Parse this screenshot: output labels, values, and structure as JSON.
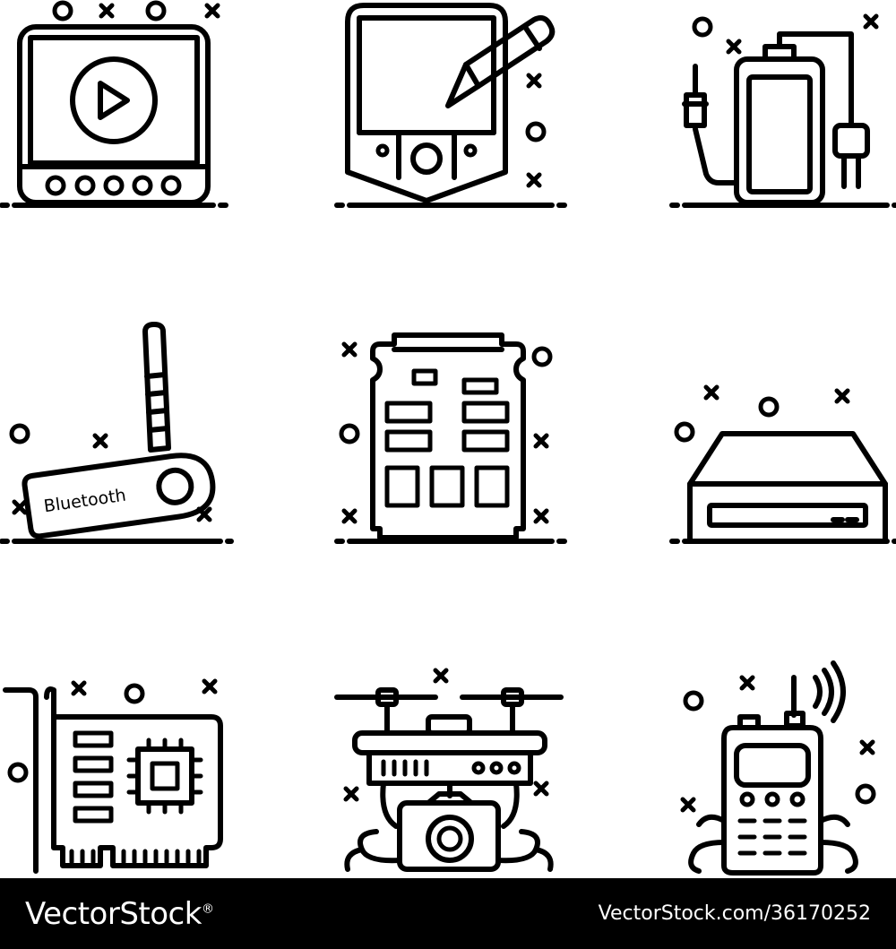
{
  "colors": {
    "stroke": "#000000",
    "background": "#ffffff",
    "footer_bg": "#000000",
    "footer_text": "#ffffff"
  },
  "icons": [
    {
      "name": "video-player-icon"
    },
    {
      "name": "graphics-tablet-icon"
    },
    {
      "name": "power-bank-icon"
    },
    {
      "name": "bluetooth-adapter-icon",
      "label": "Bluetooth"
    },
    {
      "name": "memory-card-icon"
    },
    {
      "name": "disc-drive-icon"
    },
    {
      "name": "pci-card-icon"
    },
    {
      "name": "camera-drone-icon"
    },
    {
      "name": "walkie-talkie-icon"
    }
  ],
  "footer": {
    "brand": "VectorStock",
    "brand_mark": "®",
    "stock_id": "VectorStock.com/36170252"
  }
}
